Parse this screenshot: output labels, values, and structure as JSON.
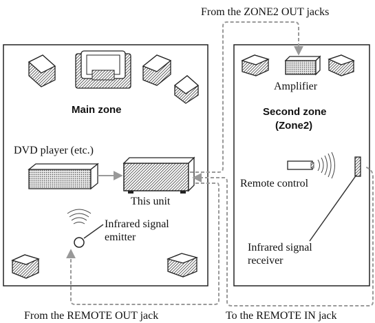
{
  "labels": {
    "from_zone2_out": "From the ZONE2 OUT jacks",
    "amplifier": "Amplifier",
    "main_zone": "Main zone",
    "second_zone_line1": "Second zone",
    "second_zone_line2": "(Zone2)",
    "dvd_player": "DVD player (etc.)",
    "this_unit": "This unit",
    "remote_control": "Remote control",
    "ir_emitter_line1": "Infrared signal",
    "ir_emitter_line2": "emitter",
    "ir_receiver_line1": "Infrared signal",
    "ir_receiver_line2": "receiver",
    "from_remote_out": "From the REMOTE OUT jack",
    "to_remote_in": "To the REMOTE IN jack"
  },
  "colors": {
    "line": "#333333",
    "cable_dashed": "#999999",
    "hatch": "#222222"
  }
}
